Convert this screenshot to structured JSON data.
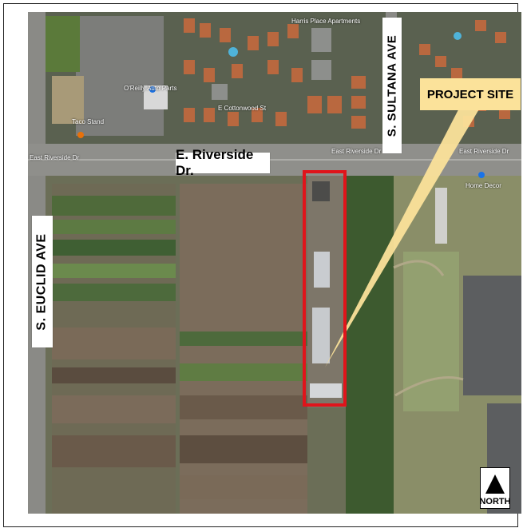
{
  "labels": {
    "riverside_road": "E. Riverside Dr.",
    "euclid_ave": "S. EUCLID AVE",
    "sultana_ave": "S. SULTANA AVE",
    "project_site": "PROJECT SITE",
    "north": "NORTH"
  },
  "map_text": {
    "auto_parts": "O'Reilly Auto Parts",
    "taco_stand": "Taco Stand",
    "cottonwood": "E Cottonwood St",
    "apartments": "Harris Place Apartments",
    "east_riverside_left": "East Riverside Dr",
    "east_riverside_mid": "East Riverside Dr",
    "east_riverside_right": "East Riverside Dr",
    "home_decor": "Home Decor"
  },
  "colors": {
    "site_outline": "#e0141b",
    "callout": "#fbe29a"
  }
}
